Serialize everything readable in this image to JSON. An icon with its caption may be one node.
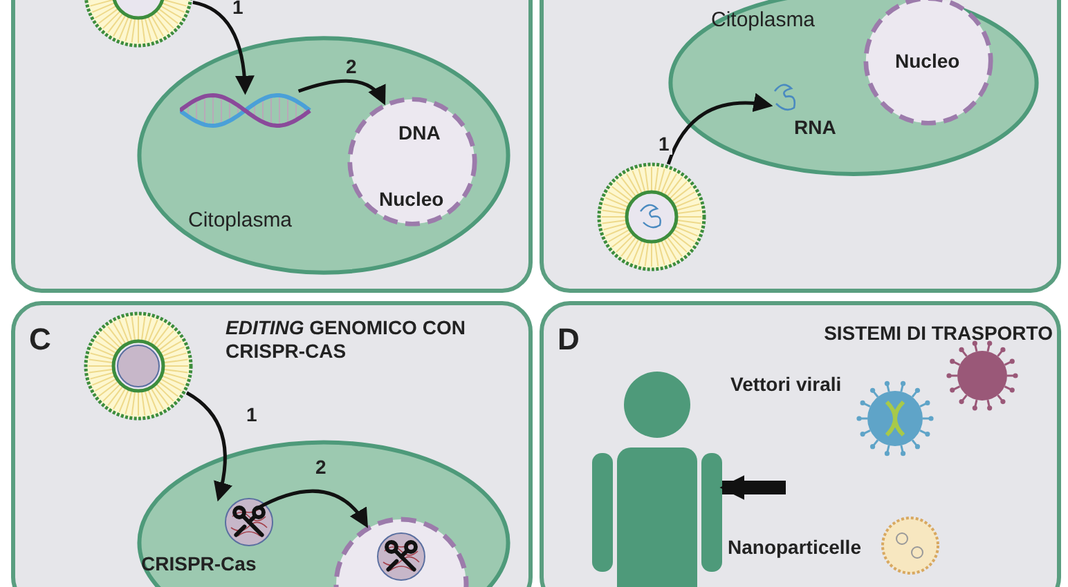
{
  "diagram": {
    "nodes": [
      {
        "text": [],
        "shape": "box"
      },
      {
        "text": [],
        "shape": "circle",
        "in": 0
      },
      {
        "text": [
          "Citoplasma"
        ],
        "in": 0
      },
      {
        "text": [],
        "shape": "picture",
        "in": 2
      },
      {
        "text": [
          "DNA",
          "Nucleo"
        ],
        "in": 2
      },
      {
        "text": [],
        "shape": "box"
      },
      {
        "text": [
          "Citoplasma"
        ],
        "in": 5
      },
      {
        "text": [
          "Nucleo"
        ],
        "in": 6
      },
      {
        "text": [
          "RNA"
        ],
        "in": 6
      },
      {
        "text": [],
        "shape": "circle",
        "in": 5
      },
      {
        "text": [
          "C",
          "*EDITING* GENOMICO CON CRISPR-CAS"
        ]
      },
      {
        "text": [],
        "shape": "circle",
        "in": 10
      },
      {
        "text": [],
        "shape": "oval",
        "in": 10
      },
      {
        "text": [
          "CRISPR-Cas"
        ],
        "in": 12
      },
      {
        "text": [],
        "shape": "circle",
        "in": 12
      },
      {
        "text": [],
        "shape": "picture",
        "in": 14
      },
      {
        "text": [
          "D",
          "SISTEMI DI TRASPORTO"
        ]
      },
      {
        "text": [],
        "shape": "person",
        "in": 16
      },
      {
        "text": [
          "Vettori virali"
        ],
        "in": 16
      },
      {
        "text": [
          "Nanoparticelle"
        ],
        "in": 16
      }
    ],
    "edges": [
      {
        "from": 1,
        "to": 3,
        "arrow": "to",
        "label": "1"
      },
      {
        "from": 3,
        "to": 4,
        "arrow": "to",
        "label": "2"
      },
      {
        "from": 9,
        "to": 8,
        "arrow": "to",
        "label": "1"
      },
      {
        "from": 11,
        "to": 13,
        "arrow": "to",
        "label": "1"
      },
      {
        "from": 13,
        "to": 14,
        "arrow": "to",
        "label": "2"
      },
      {
        "from": null,
        "to": 17,
        "arrow": "to",
        "style": "thick"
      }
    ]
  }
}
